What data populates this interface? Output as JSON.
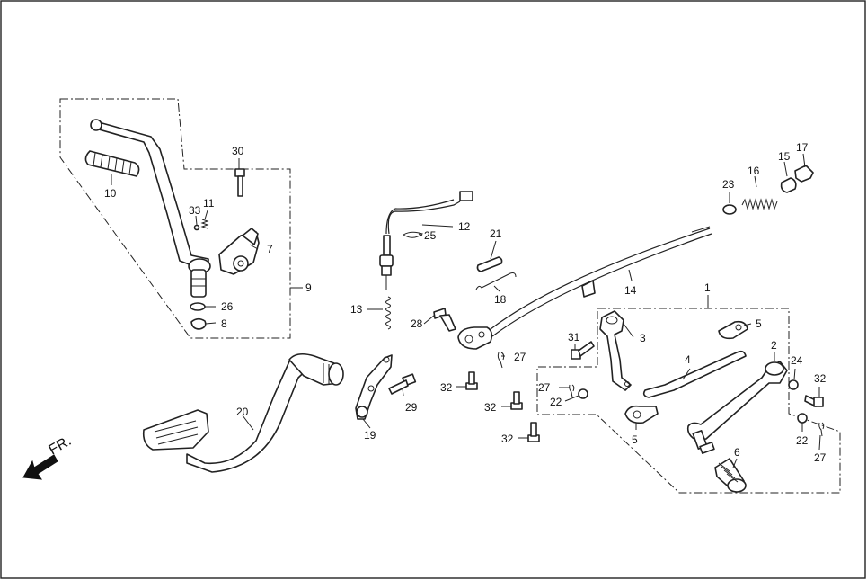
{
  "direction_label": "FR.",
  "callouts": [
    {
      "id": "1",
      "text": "1"
    },
    {
      "id": "2",
      "text": "2"
    },
    {
      "id": "3",
      "text": "3"
    },
    {
      "id": "4",
      "text": "4"
    },
    {
      "id": "5a",
      "text": "5"
    },
    {
      "id": "5b",
      "text": "5"
    },
    {
      "id": "6",
      "text": "6"
    },
    {
      "id": "7",
      "text": "7"
    },
    {
      "id": "8",
      "text": "8"
    },
    {
      "id": "9",
      "text": "9"
    },
    {
      "id": "10",
      "text": "10"
    },
    {
      "id": "11",
      "text": "11"
    },
    {
      "id": "12",
      "text": "12"
    },
    {
      "id": "13",
      "text": "13"
    },
    {
      "id": "14",
      "text": "14"
    },
    {
      "id": "15",
      "text": "15"
    },
    {
      "id": "16",
      "text": "16"
    },
    {
      "id": "17",
      "text": "17"
    },
    {
      "id": "18",
      "text": "18"
    },
    {
      "id": "19",
      "text": "19"
    },
    {
      "id": "20",
      "text": "20"
    },
    {
      "id": "21",
      "text": "21"
    },
    {
      "id": "22a",
      "text": "22"
    },
    {
      "id": "22b",
      "text": "22"
    },
    {
      "id": "23",
      "text": "23"
    },
    {
      "id": "24",
      "text": "24"
    },
    {
      "id": "25",
      "text": "25"
    },
    {
      "id": "26",
      "text": "26"
    },
    {
      "id": "27a",
      "text": "27"
    },
    {
      "id": "27b",
      "text": "27"
    },
    {
      "id": "27c",
      "text": "27"
    },
    {
      "id": "28",
      "text": "28"
    },
    {
      "id": "29",
      "text": "29"
    },
    {
      "id": "30",
      "text": "30"
    },
    {
      "id": "31",
      "text": "31"
    },
    {
      "id": "32a",
      "text": "32"
    },
    {
      "id": "32b",
      "text": "32"
    },
    {
      "id": "32c",
      "text": "32"
    },
    {
      "id": "32d",
      "text": "32"
    },
    {
      "id": "33",
      "text": "33"
    }
  ]
}
